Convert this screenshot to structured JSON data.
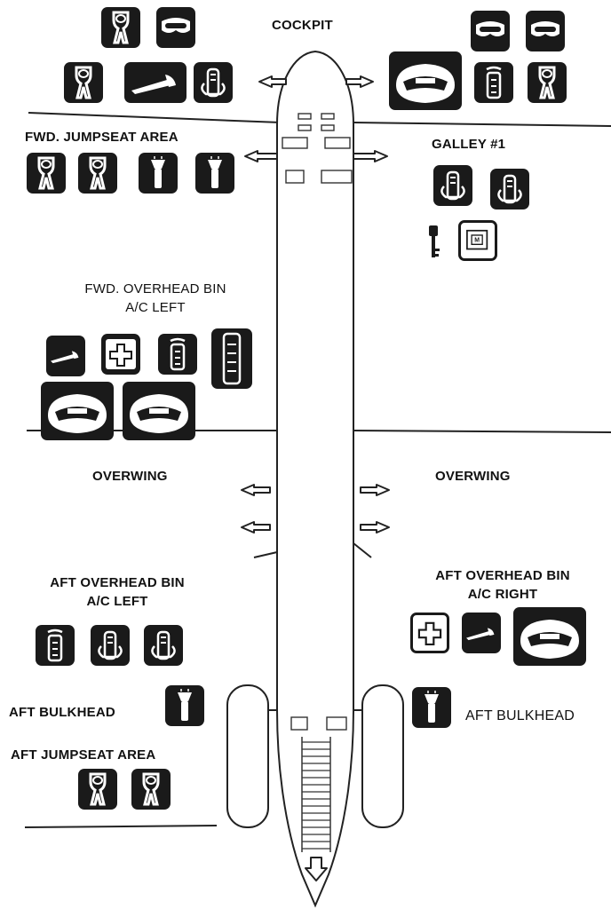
{
  "labels": {
    "cockpit": "COCKPIT",
    "fwd_jumpseat": "FWD. JUMPSEAT AREA",
    "galley": "GALLEY #1",
    "fwd_bin_line1": "FWD. OVERHEAD BIN",
    "fwd_bin_line2": "A/C LEFT",
    "overwing_left": "OVERWING",
    "overwing_right": "OVERWING",
    "aft_bin_left_line1": "AFT OVERHEAD BIN",
    "aft_bin_left_line2": "A/C LEFT",
    "aft_bin_right_line1": "AFT OVERHEAD BIN",
    "aft_bin_right_line2": "A/C RIGHT",
    "aft_bulkhead_left": "AFT BULKHEAD",
    "aft_bulkhead_right": "AFT BULKHEAD",
    "aft_jumpseat": "AFT JUMPSEAT AREA"
  },
  "icons": {
    "cockpit_left": [
      "pbe-hood-icon",
      "goggles-icon",
      "pbe-hood-icon",
      "crash-axe-icon",
      "oxygen-bottle-icon"
    ],
    "cockpit_right": [
      "goggles-icon",
      "goggles-icon",
      "life-raft-icon",
      "fire-extinguisher-icon",
      "pbe-hood-icon"
    ],
    "fwd_jumpseat": [
      "pbe-hood-icon",
      "pbe-hood-icon",
      "flashlight-icon",
      "flashlight-icon"
    ],
    "galley": [
      "oxygen-bottle-icon",
      "oxygen-bottle-icon",
      "key-icon",
      "medical-kit-icon"
    ],
    "fwd_bin": [
      "crash-axe-icon",
      "first-aid-kit-icon",
      "fire-extinguisher-icon",
      "megaphone-icon",
      "life-raft-icon",
      "life-raft-icon"
    ],
    "aft_bin_left": [
      "fire-extinguisher-icon",
      "oxygen-bottle-icon",
      "oxygen-bottle-icon"
    ],
    "aft_bin_right": [
      "first-aid-kit-icon",
      "crash-axe-icon",
      "life-raft-icon"
    ],
    "aft_bulkhead": [
      "flashlight-icon",
      "flashlight-icon"
    ],
    "aft_jumpseat": [
      "pbe-hood-icon",
      "pbe-hood-icon"
    ]
  }
}
